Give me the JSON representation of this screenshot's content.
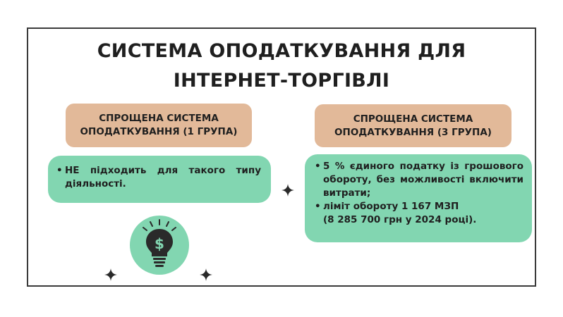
{
  "title_line1": "СИСТЕМА ОПОДАТКУВАННЯ ДЛЯ",
  "title_line2": "ІНТЕРНЕТ-ТОРГІВЛІ",
  "left": {
    "header_line1": "СПРОЩЕНА СИСТЕМА",
    "header_line2": "ОПОДАТКУВАННЯ (1 ГРУПА)",
    "bullet": "НЕ підходить для такого типу діяльності."
  },
  "right": {
    "header_line1": "СПРОЩЕНА СИСТЕМА",
    "header_line2": "ОПОДАТКУВАННЯ (3 ГРУПА)",
    "bullet1": "5 % єдиного податку із грошового обороту, без можливості включити витрати;",
    "bullet2_line1": "ліміт обороту 1 167 МЗП",
    "bullet2_line2": "(8 285 700 грн у 2024 році)."
  },
  "icons": {
    "bulb": "money-lightbulb-icon",
    "sparkle": "sparkle-icon"
  },
  "colors": {
    "header_fill": "#e2b999",
    "green_fill": "#82d6b1",
    "text": "#1f1f1f"
  }
}
